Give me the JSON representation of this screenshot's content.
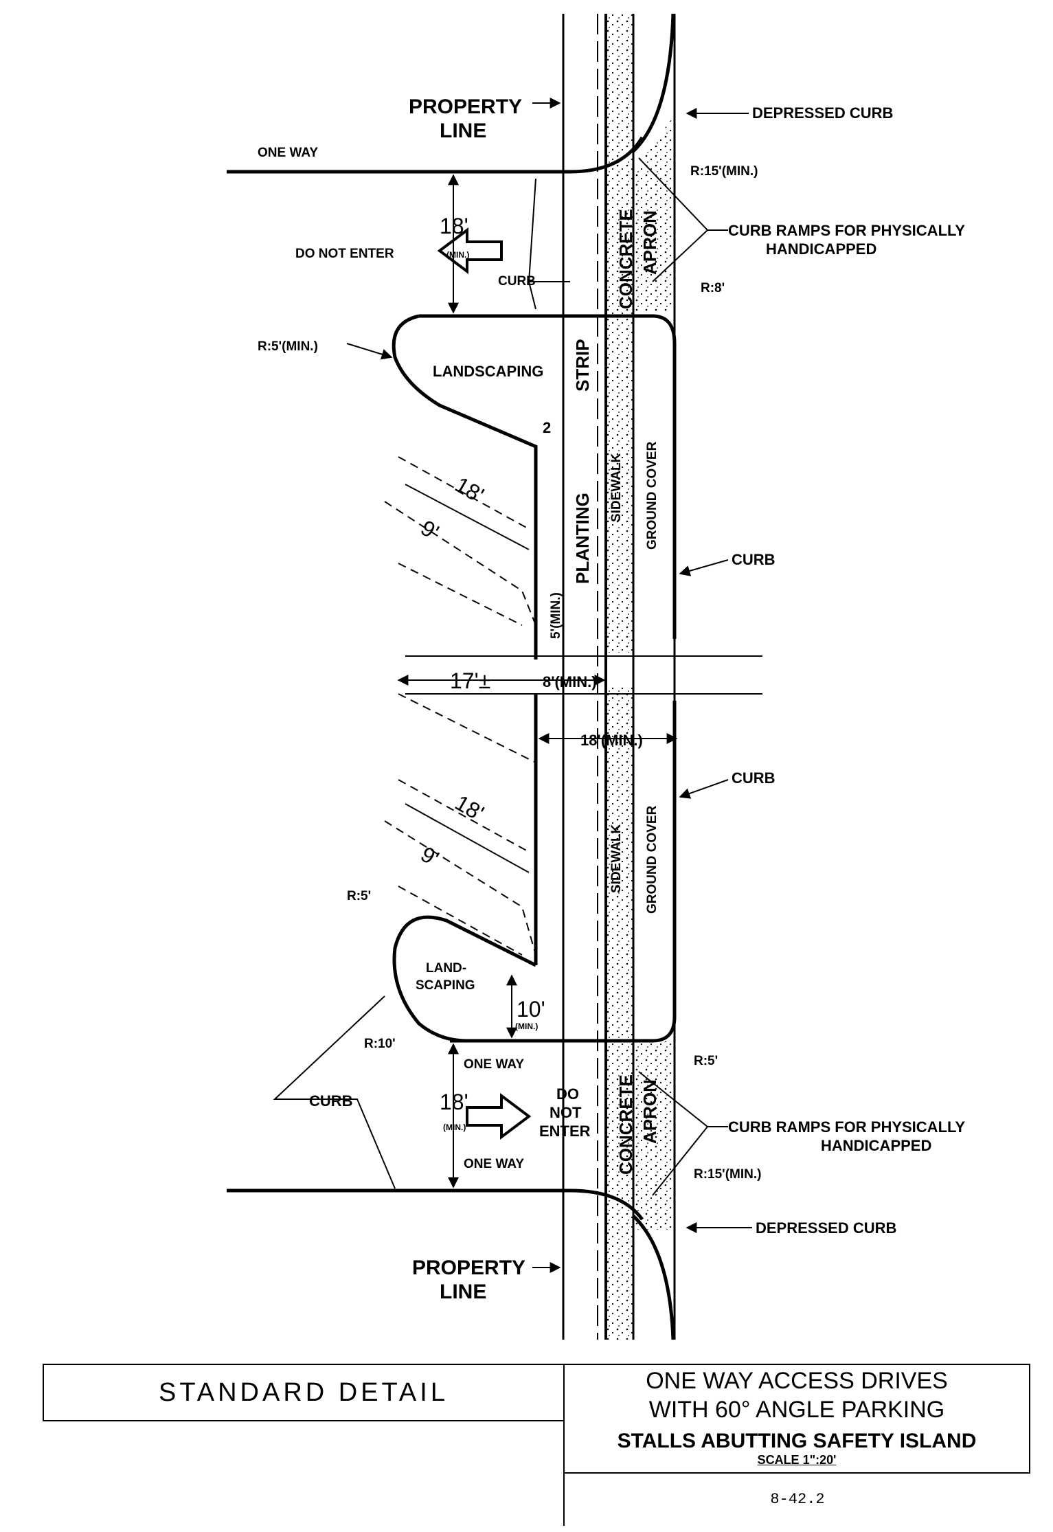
{
  "labels": {
    "property_line_top": [
      "PROPERTY",
      "LINE"
    ],
    "depressed_curb_top": "DEPRESSED CURB",
    "one_way_top": "ONE WAY",
    "r15_top": "R:15'(MIN.)",
    "concrete_apron_top": [
      "CONCRETE",
      "APRON"
    ],
    "curb_ramps_top": [
      "CURB RAMPS FOR PHYSICALLY",
      "HANDICAPPED"
    ],
    "dim_18_top": "18'",
    "min_tag": "(MIN.)",
    "do_not_enter_top": "DO NOT ENTER",
    "curb_label": "CURB",
    "r8_top": "R:8'",
    "r5min": "R:5'(MIN.)",
    "landscaping": "LANDSCAPING",
    "strip": "STRIP",
    "dim_2": "2",
    "planting": "PLANTING",
    "sidewalk": "SIDEWALK",
    "ground_cover": "GROUND COVER",
    "dim_18_stall": "18'",
    "dim_9": "9'",
    "dim_5min": "5'(MIN.)",
    "dim_17": "17'±",
    "dim_8": "8'(MIN.)",
    "dim_18_walk": "18'(MIN.)",
    "r5_lower": "R:5'",
    "land_scaping": [
      "LAND-",
      "SCAPING"
    ],
    "dim_10": "10'",
    "r10": "R:10'",
    "one_way_lower": "ONE WAY",
    "r5_right_lower": "R:5'",
    "dim_18_bottom": "18'",
    "do_not_enter_bottom": [
      "DO",
      "NOT",
      "ENTER"
    ],
    "r15_bottom": "R:15'(MIN.)",
    "one_way_bottom": "ONE WAY",
    "depressed_curb_bottom": "DEPRESSED CURB",
    "property_line_bottom": [
      "PROPERTY",
      "LINE"
    ]
  },
  "title_block": {
    "left": "STANDARD DETAIL",
    "right_line1": "ONE WAY ACCESS DRIVES",
    "right_line2": "WITH 60° ANGLE PARKING",
    "right_line3": "STALLS ABUTTING SAFETY ISLAND",
    "scale": "SCALE 1\":20'",
    "number": "8-42.2"
  }
}
